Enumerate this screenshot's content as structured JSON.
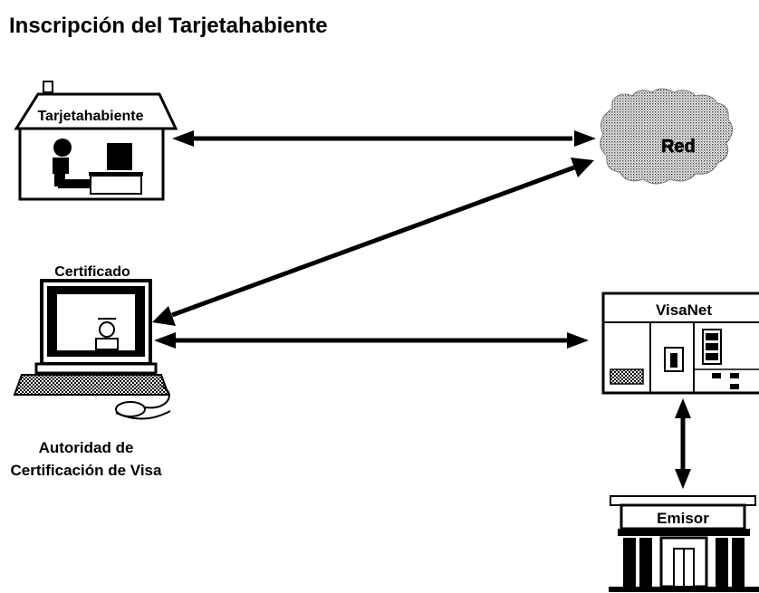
{
  "title": "Inscripción del Tarjetahabiente",
  "nodes": {
    "cardholder": {
      "label": "Tarjetahabiente"
    },
    "network": {
      "label": "Red"
    },
    "certificate_authority": {
      "top_label": "Certificado",
      "caption_line1": "Autoridad de",
      "caption_line2": "Certificación de Visa"
    },
    "visanet": {
      "label": "VisaNet"
    },
    "issuer": {
      "label": "Emisor"
    }
  },
  "connections": [
    {
      "from": "cardholder",
      "to": "network",
      "arrows": "both"
    },
    {
      "from": "certificate_authority",
      "to": "network",
      "arrows": "both"
    },
    {
      "from": "certificate_authority",
      "to": "visanet",
      "arrows": "both"
    },
    {
      "from": "visanet",
      "to": "issuer",
      "arrows": "both"
    }
  ]
}
